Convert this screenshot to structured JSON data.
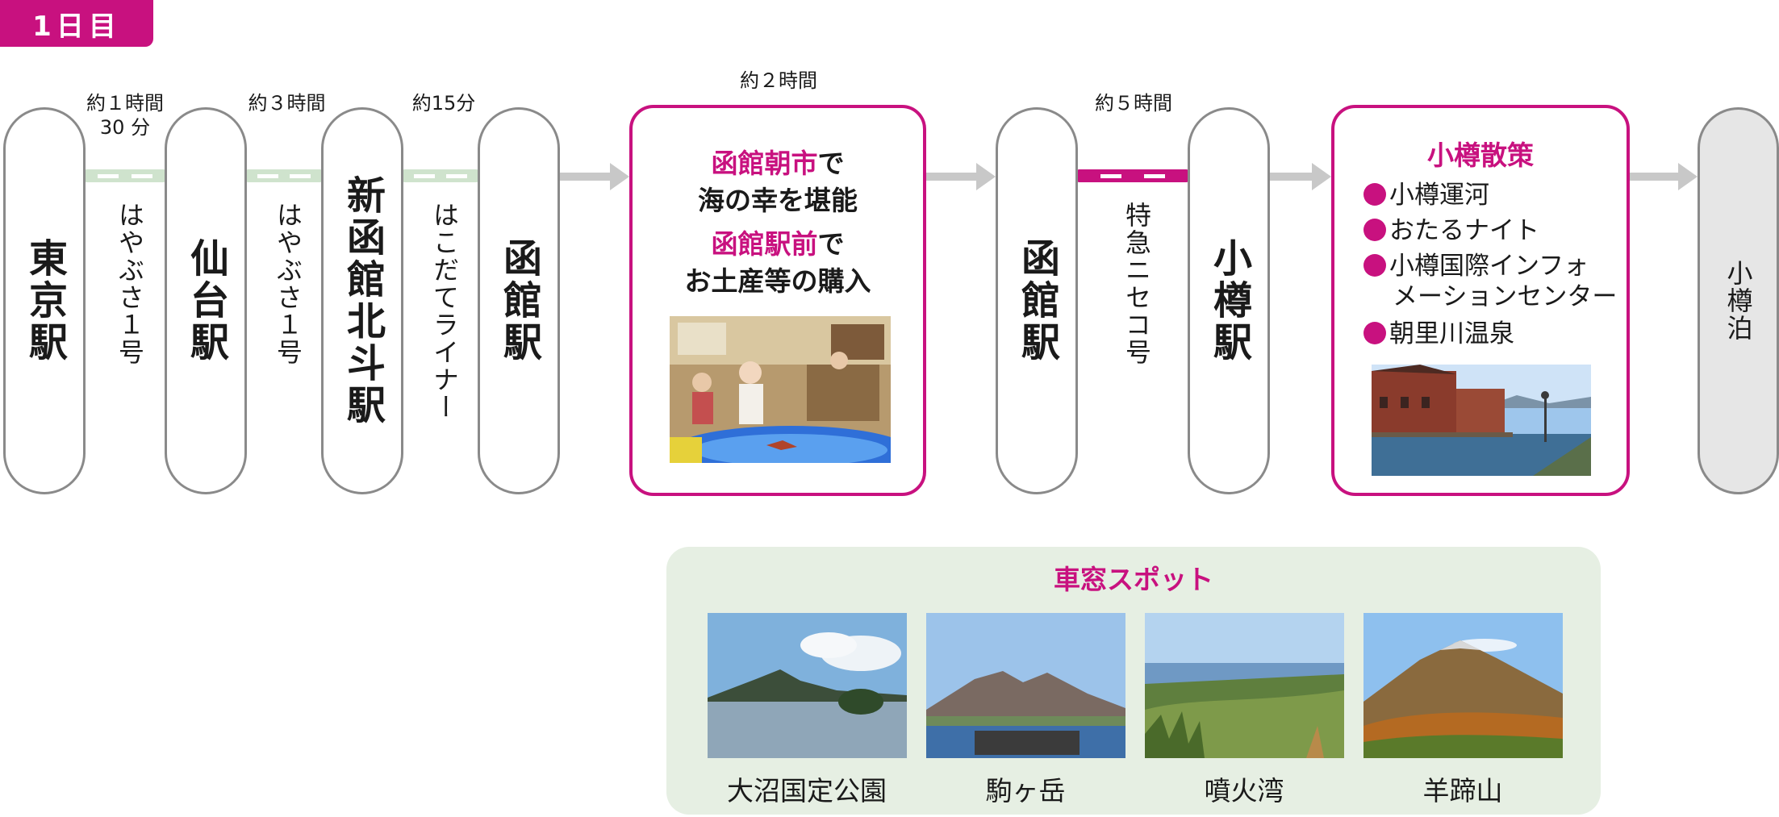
{
  "day_label": "1日目",
  "colors": {
    "accent": "#c8117f",
    "track_green": "#cfe3cd",
    "station_border": "#8a8a8a",
    "spot_panel_bg": "#e6efe3",
    "arrow_gray": "#c8c8c8"
  },
  "stations": {
    "tokyo": "東京駅",
    "sendai": "仙台駅",
    "shin_hakodate": "新函館北斗駅",
    "hakodate_1": "函館駅",
    "hakodate_2": "函館駅",
    "otaru": "小樽駅",
    "otaru_stay": "小樽泊"
  },
  "times": {
    "t1_line1": "約１時間",
    "t1_line2": "30 分",
    "t2": "約３時間",
    "t3": "約15分",
    "t4": "約２時間",
    "t5": "約５時間"
  },
  "trains": {
    "hayabusa_a": "はやぶさ１号",
    "hayabusa_b": "はやぶさ１号",
    "hakodate_liner": "はこだてライナー",
    "niseko": "特急ニセコ号"
  },
  "hakodate_panel": {
    "line1_highlight": "函館朝市",
    "line1_rest": "で",
    "line2": "海の幸を堪能",
    "line3_highlight": "函館駅前",
    "line3_rest": "で",
    "line4": "お土産等の購入",
    "photo_icon": "asaichi-market-photo"
  },
  "otaru_panel": {
    "title": "小樽散策",
    "items": [
      "小樽運河",
      "おたるナイト",
      "小樽国際インフォ",
      "メーションセンター",
      "朝里川温泉"
    ],
    "photo_icon": "otaru-canal-photo"
  },
  "window_spots": {
    "title": "車窓スポット",
    "spots": [
      {
        "name": "大沼国定公園",
        "icon": "onuma-park-photo"
      },
      {
        "name": "駒ヶ岳",
        "icon": "komagatake-photo"
      },
      {
        "name": "噴火湾",
        "icon": "funka-bay-photo"
      },
      {
        "name": "羊蹄山",
        "icon": "yotei-mountain-photo"
      }
    ]
  }
}
